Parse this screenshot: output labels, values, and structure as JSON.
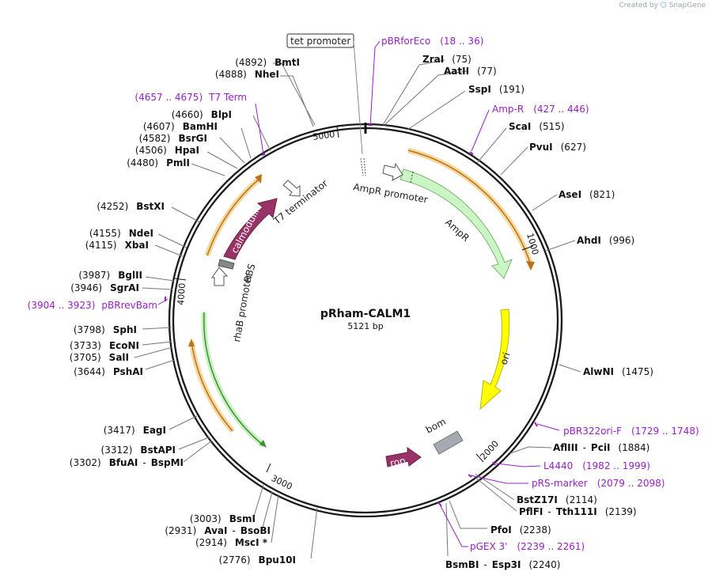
{
  "credit": {
    "prefix": "Created by",
    "brand": "SnapGene"
  },
  "plasmid": {
    "name": "pRham-CALM1",
    "length_label": "5121 bp"
  },
  "ticks": [
    {
      "label": "1000",
      "bp": 1000
    },
    {
      "label": "2000",
      "bp": 2000
    },
    {
      "label": "3000",
      "bp": 3000
    },
    {
      "label": "4000",
      "bp": 4000
    },
    {
      "label": "5000",
      "bp": 5000
    }
  ],
  "features": [
    {
      "id": "ampr",
      "label": "AmpR",
      "color": "#ccf5c6",
      "stroke": "#7ab573"
    },
    {
      "id": "ori",
      "label": "ori",
      "color": "#ffff00",
      "stroke": "#b9b900"
    },
    {
      "id": "bom",
      "label": "bom",
      "color": "#a6aab0",
      "stroke": "#6e737a"
    },
    {
      "id": "rop",
      "label": "rop",
      "color": "#993366",
      "stroke": "#6a2147"
    },
    {
      "id": "calmodulin",
      "label": "calmodulin",
      "color": "#993366",
      "stroke": "#6a2147"
    },
    {
      "id": "ampr-promoter",
      "label": "AmpR promoter",
      "color": "#ffffff",
      "stroke": "#555555"
    },
    {
      "id": "t7-terminator",
      "label": "T7 terminator",
      "color": "#ffffff",
      "stroke": "#555555"
    },
    {
      "id": "rhab-promoter",
      "label": "rhaB promoter",
      "color": "#ffffff",
      "stroke": "#555555"
    },
    {
      "id": "rbs",
      "label": "RBS",
      "color": "#ffffff",
      "stroke": "#555555"
    },
    {
      "id": "tet-promoter",
      "label": "tet promoter",
      "color": "#ffffff",
      "stroke": "#555555"
    }
  ],
  "sites": [
    {
      "id": "zrai",
      "name": "ZraI",
      "pos": "(75)"
    },
    {
      "id": "aatii",
      "name": "AatII",
      "pos": "(77)"
    },
    {
      "id": "sspi",
      "name": "SspI",
      "pos": "(191)"
    },
    {
      "id": "scai",
      "name": "ScaI",
      "pos": "(515)"
    },
    {
      "id": "pvui",
      "name": "PvuI",
      "pos": "(627)"
    },
    {
      "id": "asei",
      "name": "AseI",
      "pos": "(821)"
    },
    {
      "id": "ahdi",
      "name": "AhdI",
      "pos": "(996)"
    },
    {
      "id": "alwni",
      "name": "AlwNI",
      "pos": "(1475)"
    },
    {
      "id": "afliii",
      "name": "AflIII",
      "sep": "-",
      "name2": "PciI",
      "pos": "(1884)"
    },
    {
      "id": "bstz17i",
      "name": "BstZ17I",
      "pos": "(2114)"
    },
    {
      "id": "pflfi",
      "name": "PflFI",
      "sep": "-",
      "name2": "Tth111I",
      "pos": "(2139)"
    },
    {
      "id": "pfoi",
      "name": "PfoI",
      "pos": "(2238)"
    },
    {
      "id": "bsmbi",
      "name": "BsmBI",
      "sep": "-",
      "name2": "Esp3I",
      "pos": "(2240)"
    },
    {
      "id": "bmti",
      "name": "BmtI",
      "pos": "(4892)"
    },
    {
      "id": "nhei",
      "name": "NheI",
      "pos": "(4888)"
    },
    {
      "id": "blpi",
      "name": "BlpI",
      "pos": "(4660)"
    },
    {
      "id": "bamhi",
      "name": "BamHI",
      "pos": "(4607)"
    },
    {
      "id": "bsrgi",
      "name": "BsrGI",
      "pos": "(4582)"
    },
    {
      "id": "hpai",
      "name": "HpaI",
      "pos": "(4506)"
    },
    {
      "id": "pmli",
      "name": "PmlI",
      "pos": "(4480)"
    },
    {
      "id": "bstxi",
      "name": "BstXI",
      "pos": "(4252)"
    },
    {
      "id": "ndei",
      "name": "NdeI",
      "pos": "(4155)"
    },
    {
      "id": "xbai",
      "name": "XbaI",
      "pos": "(4115)"
    },
    {
      "id": "bglii",
      "name": "BglII",
      "pos": "(3987)"
    },
    {
      "id": "sgrai",
      "name": "SgrAI",
      "pos": "(3946)"
    },
    {
      "id": "sphi",
      "name": "SphI",
      "pos": "(3798)"
    },
    {
      "id": "econi",
      "name": "EcoNI",
      "pos": "(3733)"
    },
    {
      "id": "sali",
      "name": "SalI",
      "pos": "(3705)"
    },
    {
      "id": "pshai",
      "name": "PshAI",
      "pos": "(3644)"
    },
    {
      "id": "eagi",
      "name": "EagI",
      "pos": "(3417)"
    },
    {
      "id": "bstapi",
      "name": "BstAPI",
      "pos": "(3312)"
    },
    {
      "id": "bfuai",
      "name": "BfuAI",
      "sep": "-",
      "name2": "BspMI",
      "pos": "(3302)"
    },
    {
      "id": "bsmi",
      "name": "BsmI",
      "pos": "(3003)"
    },
    {
      "id": "avai",
      "name": "AvaI",
      "sep": "-",
      "name2": "BsoBI",
      "pos": "(2931)"
    },
    {
      "id": "msci",
      "name": "MscI *",
      "pos": "(2914)"
    },
    {
      "id": "bpu10i",
      "name": "Bpu10I",
      "pos": "(2776)"
    }
  ],
  "primers": [
    {
      "id": "pbrforeco",
      "name": "pBRforEco",
      "range": "(18 .. 36)"
    },
    {
      "id": "amp-r",
      "name": "Amp-R",
      "range": "(427 .. 446)"
    },
    {
      "id": "pbr322ori-f",
      "name": "pBR322ori-F",
      "range": "(1729 .. 1748)"
    },
    {
      "id": "l4440",
      "name": "L4440",
      "range": "(1982 .. 1999)"
    },
    {
      "id": "prs-marker",
      "name": "pRS-marker",
      "range": "(2079 .. 2098)"
    },
    {
      "id": "pgex3",
      "name": "pGEX 3'",
      "range": "(2239 .. 2261)"
    },
    {
      "id": "t7-term",
      "name": "T7 Term",
      "range": "(4657 .. 4675)"
    },
    {
      "id": "pbrrevbam",
      "name": "pBRrevBam",
      "range": "(3904 .. 3923)"
    }
  ],
  "colors": {
    "primer": "#9a1fc7",
    "ring": "#1a1a1a",
    "orf_orange": "#f2c06b",
    "orf_green": "#57b84a"
  }
}
